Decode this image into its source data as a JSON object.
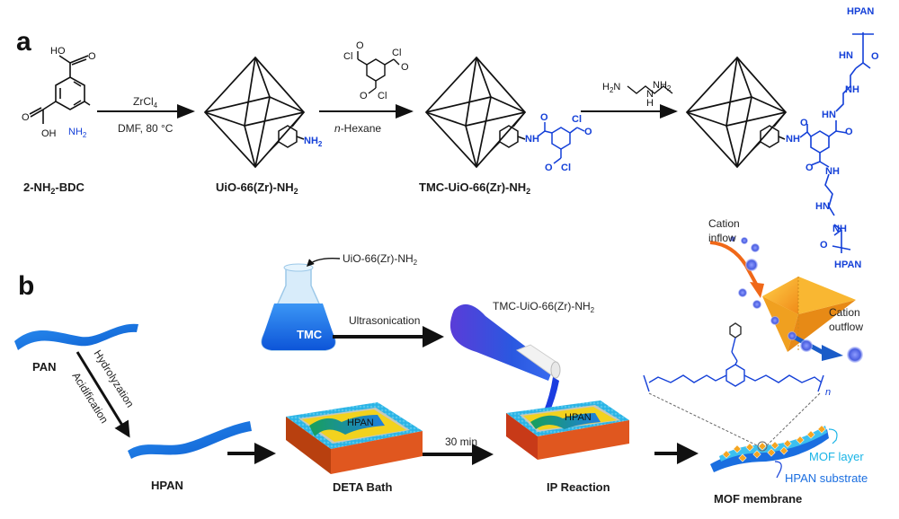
{
  "panels": {
    "a": {
      "label": "a",
      "compounds": [
        {
          "id": "bdc",
          "name_parts": [
            "2-NH",
            "2",
            "-BDC"
          ],
          "atoms": {
            "ho": "HO",
            "oh": "OH",
            "o1": "O",
            "o2": "O",
            "nh2": "NH",
            "nh2_sub": "2"
          }
        },
        {
          "id": "uio",
          "name_parts": [
            "UiO-66(Zr)-NH",
            "2"
          ],
          "atoms": {
            "nh2": "NH",
            "nh2_sub": "2"
          }
        },
        {
          "id": "tmc_uio",
          "name_parts": [
            "TMC-UiO-66(Zr)-NH",
            "2"
          ],
          "atoms": {
            "nh": "NH",
            "o": "O",
            "cl1": "Cl",
            "o1": "O",
            "cl2": "Cl",
            "o2": "O"
          }
        },
        {
          "id": "final",
          "name_parts": [],
          "atoms": {
            "nh": "NH",
            "hpan_top": "HPAN",
            "hpan_bottom": "HPAN",
            "hn1": "HN",
            "nh1": "NH",
            "hn2": "HN",
            "nh2": "NH",
            "hn3": "HN",
            "nh3": "NH",
            "o": "O"
          }
        }
      ],
      "arrows": [
        {
          "above_parts": [
            "ZrCl",
            "4"
          ],
          "below": "DMF, 80 °C"
        },
        {
          "above_reagent": {
            "cl": "Cl",
            "o": "O"
          },
          "below_italic": "n",
          "below_rest": "-Hexane"
        },
        {
          "above_reagent": {
            "h2n": "H",
            "h2n_sub": "2",
            "h2n_rest": "N",
            "nh": "N",
            "h": "H",
            "nh2": "NH",
            "nh2_sub": "2"
          },
          "below": ""
        }
      ]
    },
    "b": {
      "label": "b",
      "labels": {
        "pan": "PAN",
        "hpan": "HPAN",
        "hydrolyzation": "Hydrolyzation",
        "acidification": "Acidification",
        "flask_content": "TMC",
        "flask_input_parts": [
          "UiO-66(Zr)-NH",
          "2"
        ],
        "ultrasonication": "Ultrasonication",
        "pour_label_parts": [
          "TMC-UiO-66(Zr)-NH",
          "2"
        ],
        "deta_bath": "DETA Bath",
        "time": "30 min",
        "ip_reaction": "IP Reaction",
        "tray_film": "HPAN",
        "cation_inflow": [
          "Cation",
          "inflow"
        ],
        "cation_outflow": [
          "Cation",
          "outflow"
        ],
        "mof_layer": "MOF layer",
        "hpan_substrate": "HPAN substrate",
        "mof_membrane": "MOF membrane",
        "polymer_n": "n"
      }
    }
  },
  "colors": {
    "chem_blue": "#1440d8",
    "film_blue": "#1f7fe0",
    "tray_orange": "#d2531c",
    "tray_cyan": "#2fb6e6",
    "mof_orange": "#f5a623",
    "mof_layer_text": "#18b4e6"
  }
}
